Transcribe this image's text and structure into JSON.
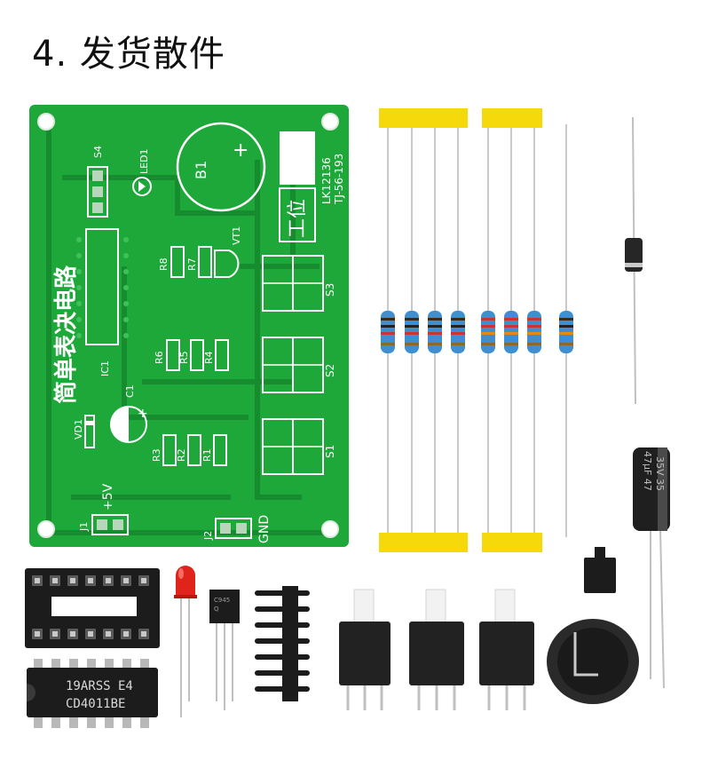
{
  "title": "4. 发货散件",
  "pcb": {
    "side_label": "简单表决电路",
    "model_line1": "LK12136",
    "model_line2": "TJ-56-193",
    "work_stamp": "工位",
    "labels": {
      "s4": "S4",
      "led1": "LED1",
      "b1": "B1",
      "plus_b1": "+",
      "vt1": "VT1",
      "r8": "R8",
      "r7": "R7",
      "s3": "S3",
      "r6": "R6",
      "r5": "R5",
      "r4": "R4",
      "s2": "S2",
      "ic1": "IC1",
      "c1": "C1",
      "plus_c1": "+",
      "vd1": "VD1",
      "r3": "R3",
      "r2": "R2",
      "r1": "R1",
      "s1": "S1",
      "j1": "J1",
      "plus5v": "+5V",
      "j2": "J2",
      "gnd": "GND"
    }
  },
  "capacitor": {
    "line1": "47μF 47",
    "line2": "35V 35"
  },
  "ic_chip": {
    "line1": "19ARSS E4",
    "line2": "CD4011BE"
  },
  "transistor": {
    "line1": "C945",
    "line2": "Q"
  },
  "colors": {
    "pcb_green": "#1fa83a",
    "trace_green": "#178a2e",
    "resistor_body": "#3f8fd0",
    "tape_yellow": "#f5d90a",
    "led_red": "#e0241b",
    "chip_black": "#1c1c1c"
  },
  "icons": [
    "pcb-board",
    "resistor",
    "diode",
    "capacitor",
    "ic-socket",
    "ic-chip",
    "led",
    "transistor",
    "pin-header",
    "push-switch",
    "buzzer",
    "jumper-cap"
  ]
}
